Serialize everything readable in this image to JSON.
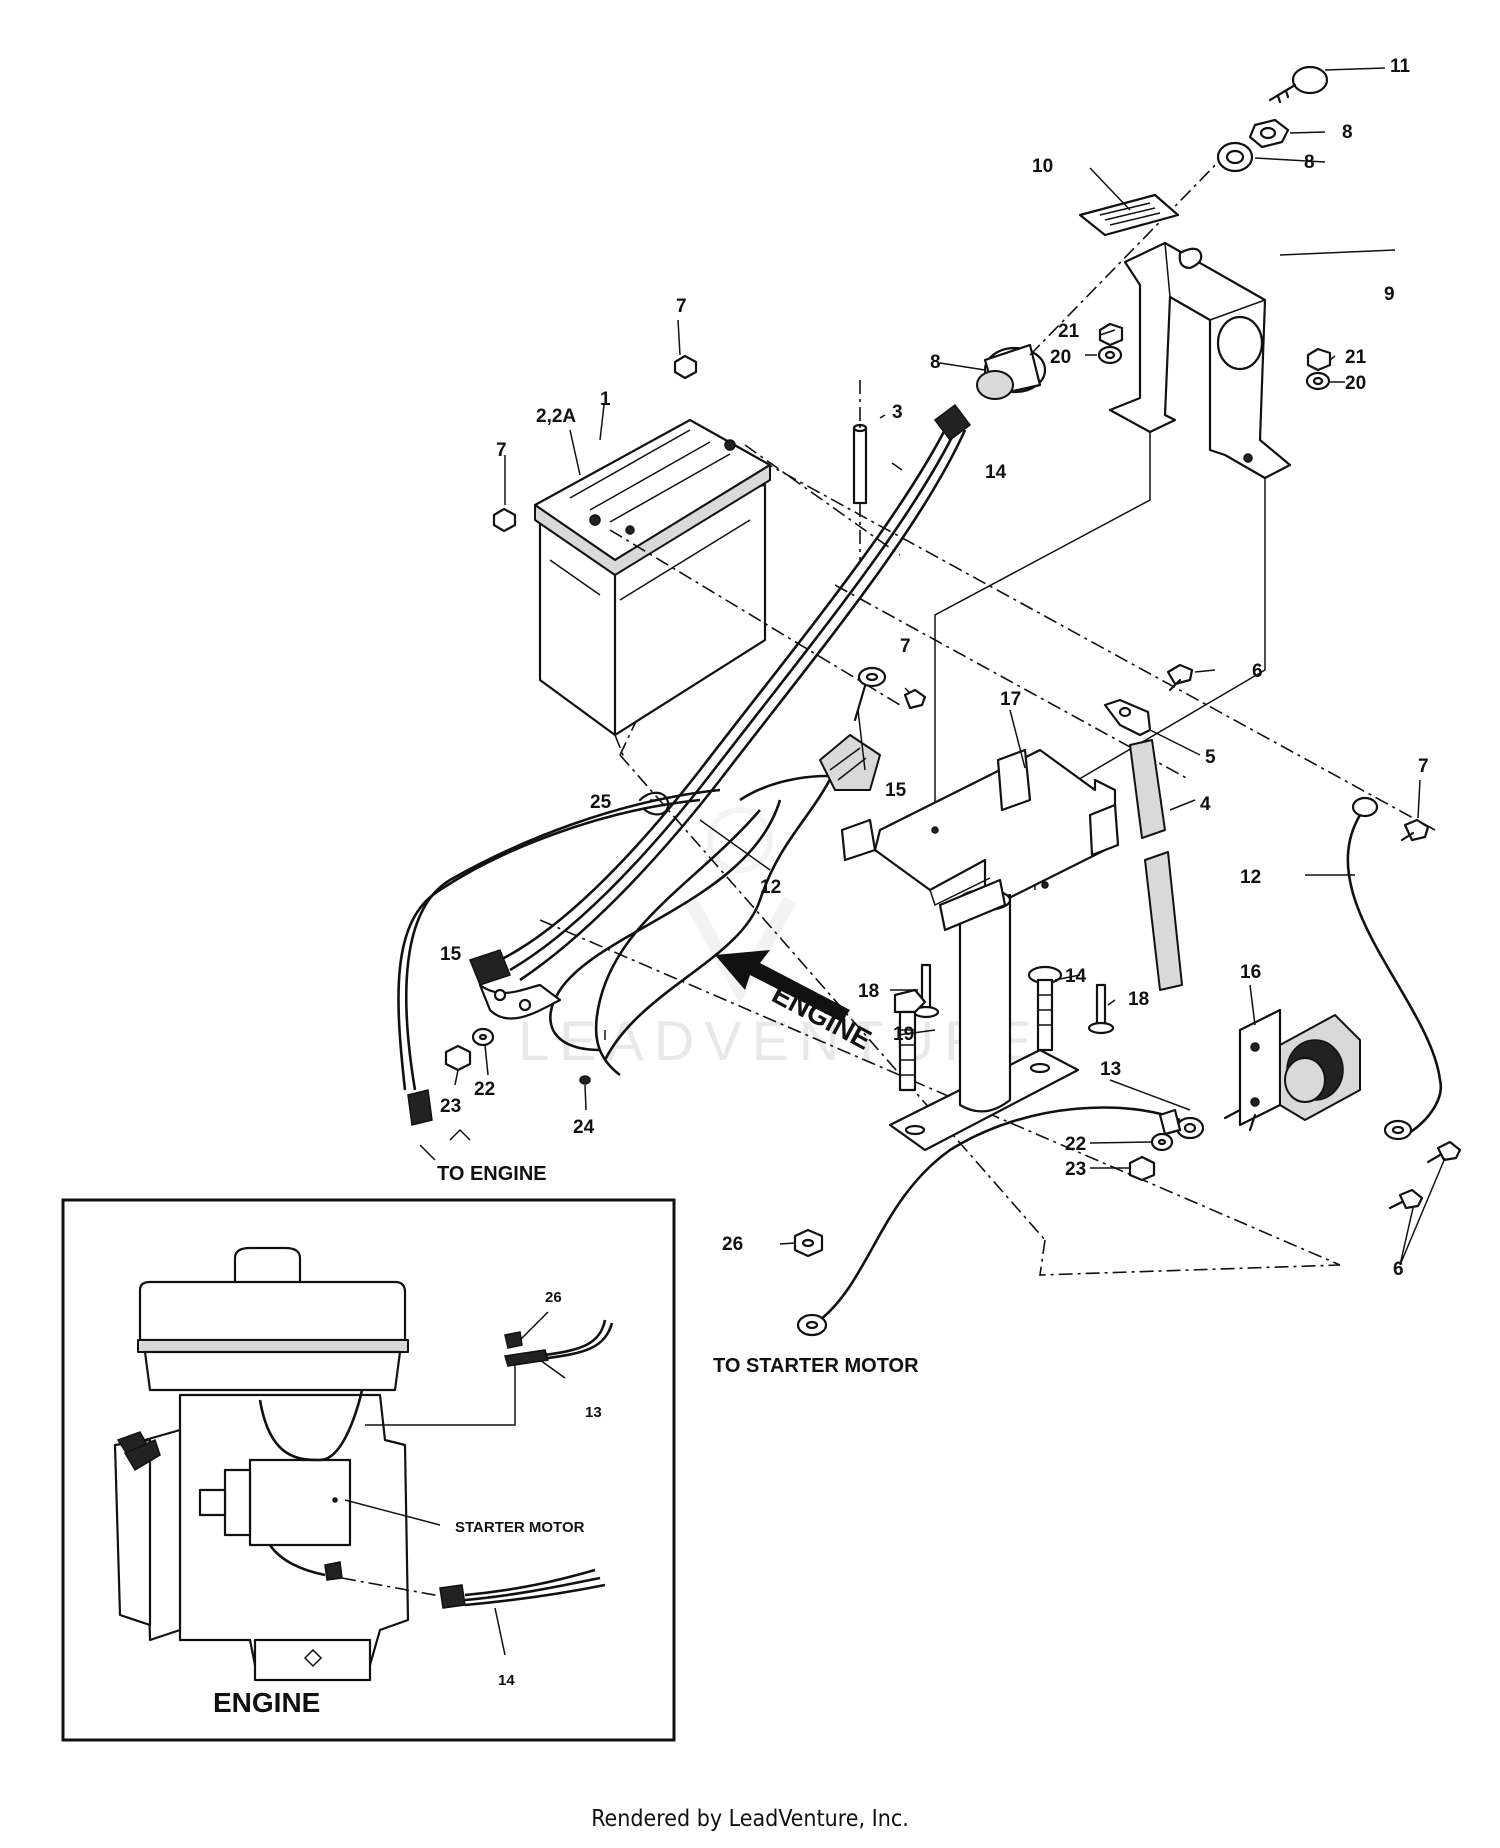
{
  "labels": {
    "l1": "1",
    "l2": "2,2A",
    "l3": "3",
    "l4": "4",
    "l5": "5",
    "l6a": "6",
    "l6b": "6",
    "l7a": "7",
    "l7b": "7",
    "l7c": "7",
    "l7d": "7",
    "l8a": "8",
    "l8b": "8",
    "l8c": "8",
    "l9": "9",
    "l10": "10",
    "l11": "11",
    "l12a": "12",
    "l12b": "12",
    "l13a": "13",
    "l13b": "13",
    "l14a": "14",
    "l14b": "14",
    "l14c": "14",
    "l15a": "15",
    "l15b": "15",
    "l16": "16",
    "l17": "17",
    "l18a": "18",
    "l18b": "18",
    "l19": "19",
    "l20a": "20",
    "l20b": "20",
    "l21a": "21",
    "l21b": "21",
    "l22a": "22",
    "l22b": "22",
    "l23a": "23",
    "l23b": "23",
    "l24": "24",
    "l25": "25",
    "l26a": "26",
    "l26b": "26"
  },
  "captions": {
    "to_engine": "TO ENGINE",
    "to_starter_motor": "TO STARTER MOTOR",
    "starter_motor": "STARTER MOTOR",
    "engine_inset": "ENGINE",
    "engine_arrow": "ENGINE"
  },
  "watermark": "LEADVENTURE",
  "footer": "Rendered by LeadVenture, Inc."
}
